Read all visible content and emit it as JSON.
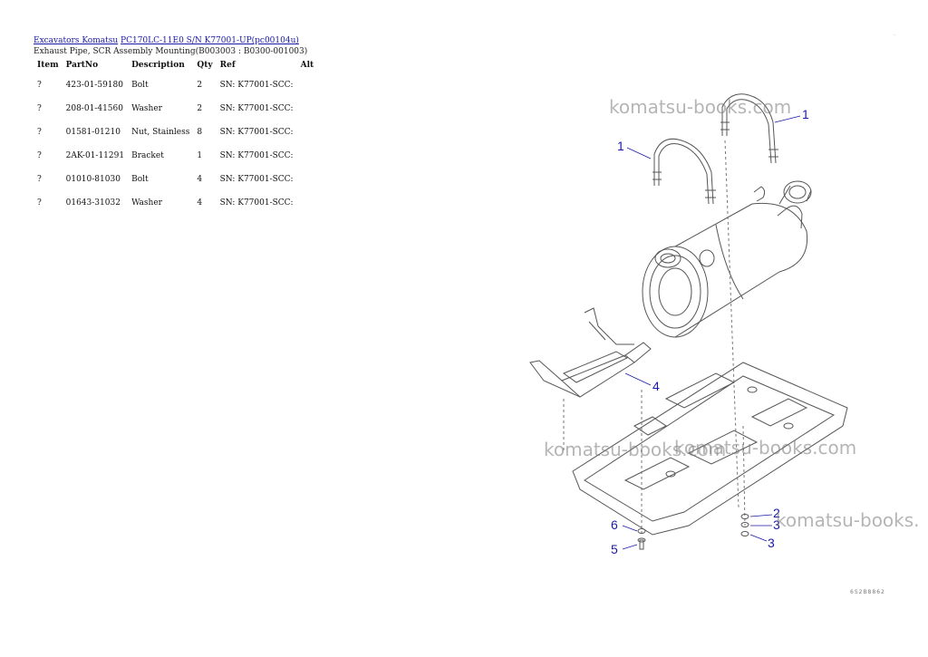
{
  "breadcrumb": {
    "link1": "Excavators Komatsu",
    "link2": "PC170LC-11E0 S/N K77001-UP(pc00104u)"
  },
  "subtitle": "Exhaust Pipe, SCR Assembly Mounting(B003003 : B0300-001003)",
  "table": {
    "headers": [
      "Item",
      "PartNo",
      "Description",
      "Qty",
      "Ref",
      "Alt"
    ],
    "rows": [
      {
        "item": "?",
        "partno": "423-01-59180",
        "desc": "Bolt",
        "qty": "2",
        "ref": "SN: K77001-SCC:",
        "alt": ""
      },
      {
        "item": "?",
        "partno": "208-01-41560",
        "desc": "Washer",
        "qty": "2",
        "ref": "SN: K77001-SCC:",
        "alt": ""
      },
      {
        "item": "?",
        "partno": "01581-01210",
        "desc": "Nut, Stainless",
        "qty": "8",
        "ref": "SN: K77001-SCC:",
        "alt": ""
      },
      {
        "item": "?",
        "partno": "2AK-01-11291",
        "desc": "Bracket",
        "qty": "1",
        "ref": "SN: K77001-SCC:",
        "alt": ""
      },
      {
        "item": "?",
        "partno": "01010-81030",
        "desc": "Bolt",
        "qty": "4",
        "ref": "SN: K77001-SCC:",
        "alt": ""
      },
      {
        "item": "?",
        "partno": "01643-31032",
        "desc": "Washer",
        "qty": "4",
        "ref": "SN: K77001-SCC:",
        "alt": ""
      }
    ]
  },
  "diagram": {
    "callouts": [
      "1",
      "1",
      "4",
      "2",
      "3",
      "3",
      "6",
      "5"
    ],
    "figure_code": "6S2B8862"
  },
  "watermarks": [
    "komatsu-books.com",
    "komatsu-books.com",
    "komatsu-books.com",
    "komatsu-books."
  ],
  "dot": "·",
  "colors": {
    "link": "#1a1aa6",
    "callout": "#1a1aa6",
    "line": "#555555"
  }
}
